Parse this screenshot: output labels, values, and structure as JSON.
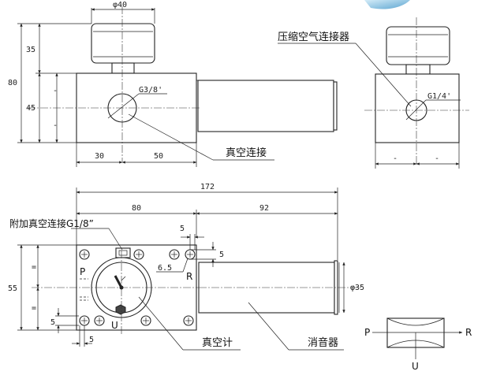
{
  "labels": {
    "vacuum_connection": "真空连接",
    "compressed_air_connection": "压缩空气连接器",
    "extra_vacuum_connection": "附加真空连接G1/8”",
    "vacuum_gauge": "真空计",
    "silencer": "消音器"
  },
  "ports": {
    "front_thread": "G3/8'",
    "side_thread": "G1/4'",
    "p": "P",
    "r": "R",
    "u": "U"
  },
  "dimensions": {
    "top_dia": "φ40",
    "h_upper": "35",
    "h_total": "80",
    "h_lower": "45",
    "w_left": "30",
    "w_mid": "50",
    "total_len": "172",
    "len_80": "80",
    "len_92": "92",
    "small_5a": "5",
    "small_5b": "5",
    "small_5c": "5",
    "small_5d": "5",
    "d_65": "6.5",
    "h_55": "55",
    "silencer_dia": "φ35",
    "mark_eq": "=",
    "mark_dash": "-"
  },
  "colors": {
    "line": "#222222",
    "accent": "#6ab0d8"
  }
}
